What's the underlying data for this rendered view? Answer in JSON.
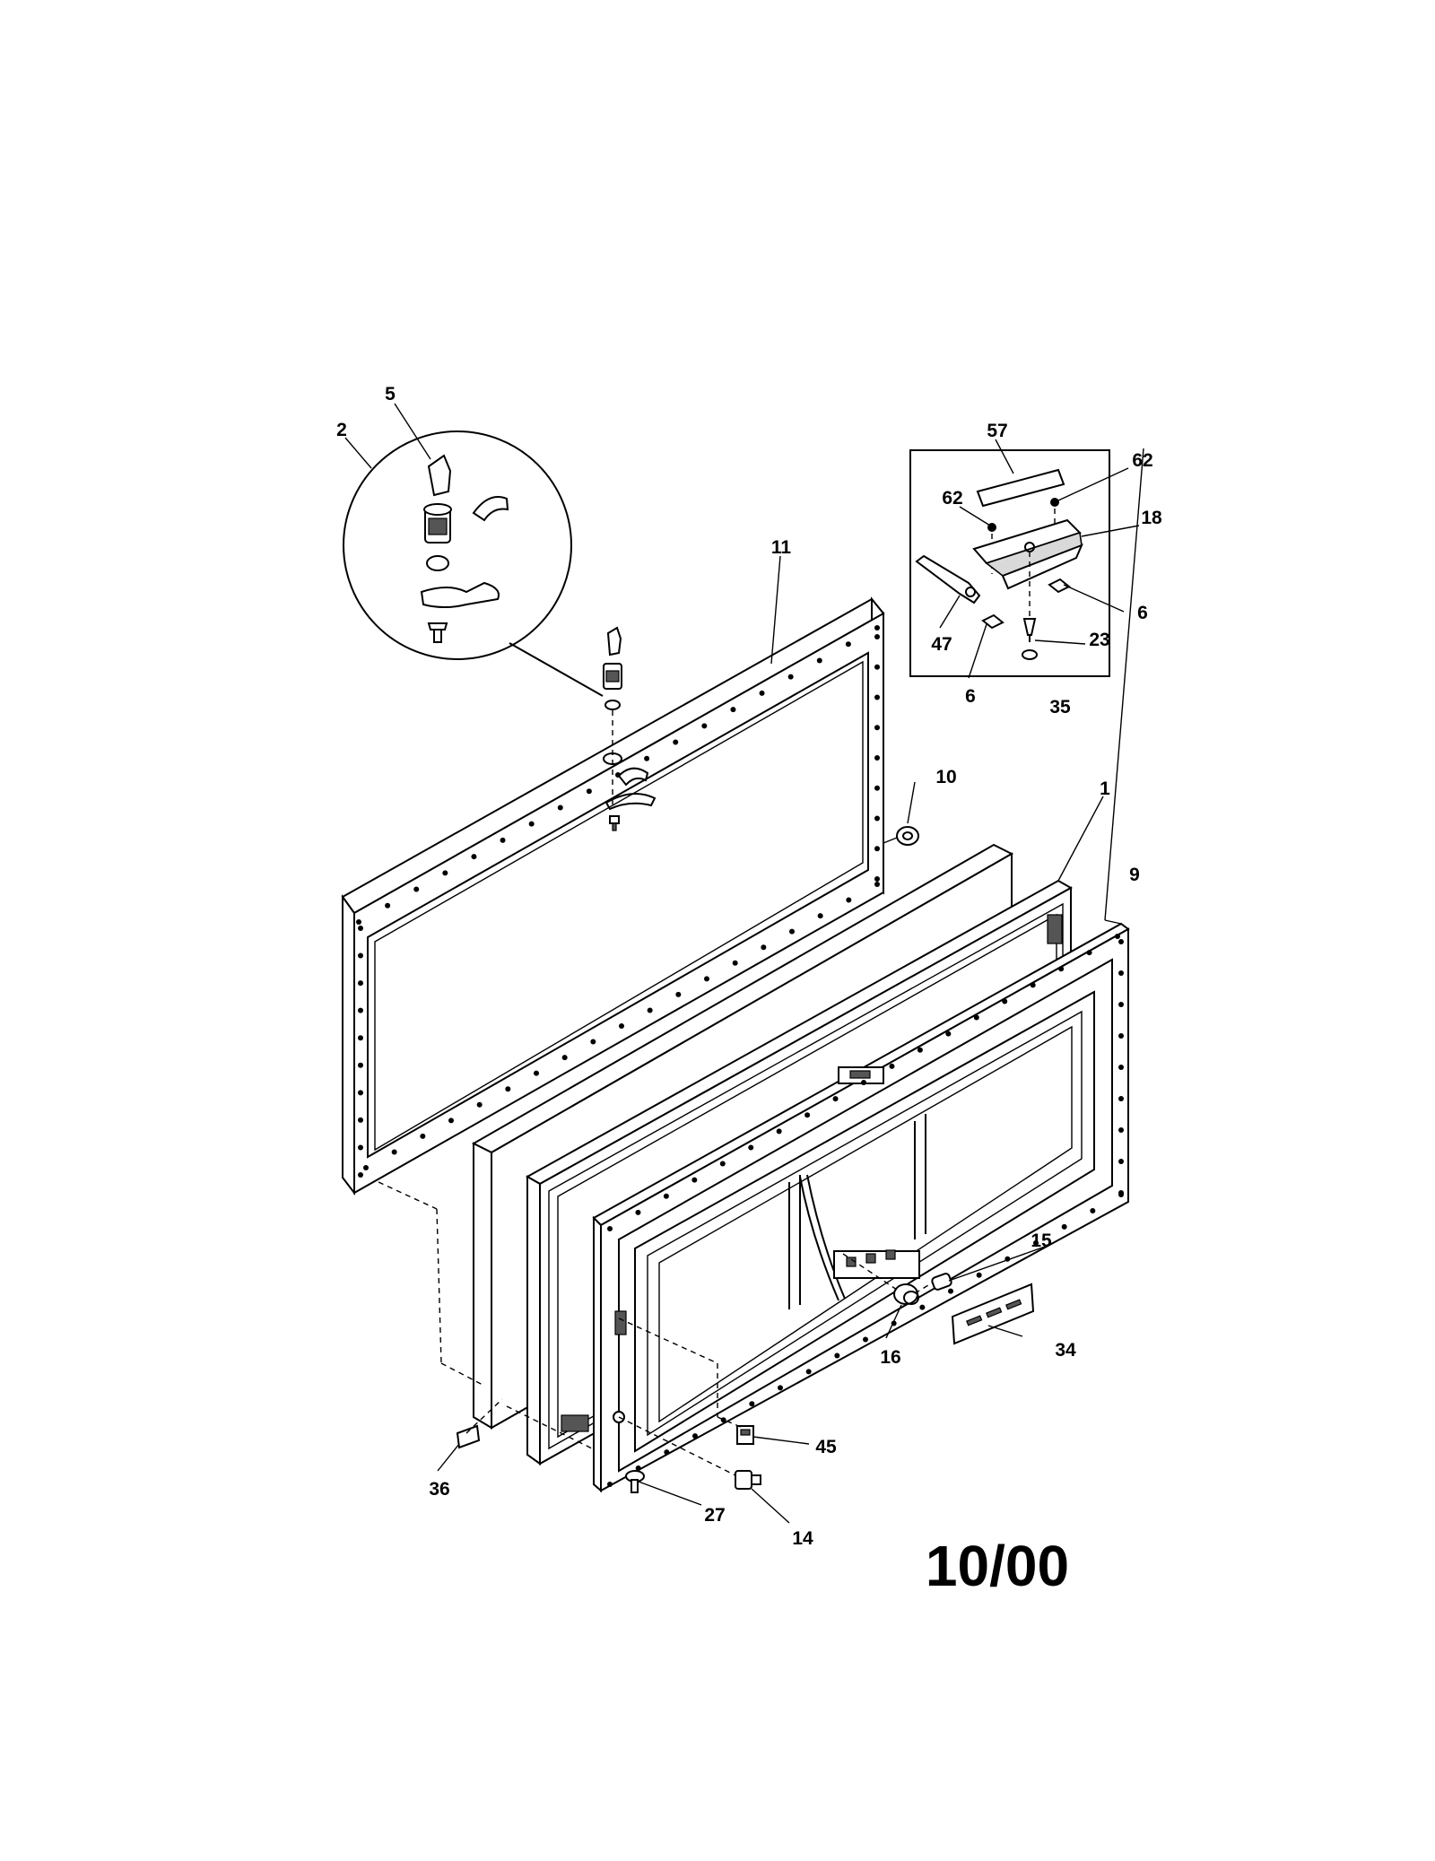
{
  "labels": {
    "p1": "1",
    "p2": "2",
    "p5": "5",
    "p6a": "6",
    "p6b": "6",
    "p9": "9",
    "p10": "10",
    "p11": "11",
    "p14": "14",
    "p15": "15",
    "p16": "16",
    "p18": "18",
    "p23": "23",
    "p27": "27",
    "p34": "34",
    "p35": "35",
    "p36": "36",
    "p45": "45",
    "p47": "47",
    "p57": "57",
    "p62a": "62",
    "p62b": "62"
  },
  "date_stamp": "10/00"
}
